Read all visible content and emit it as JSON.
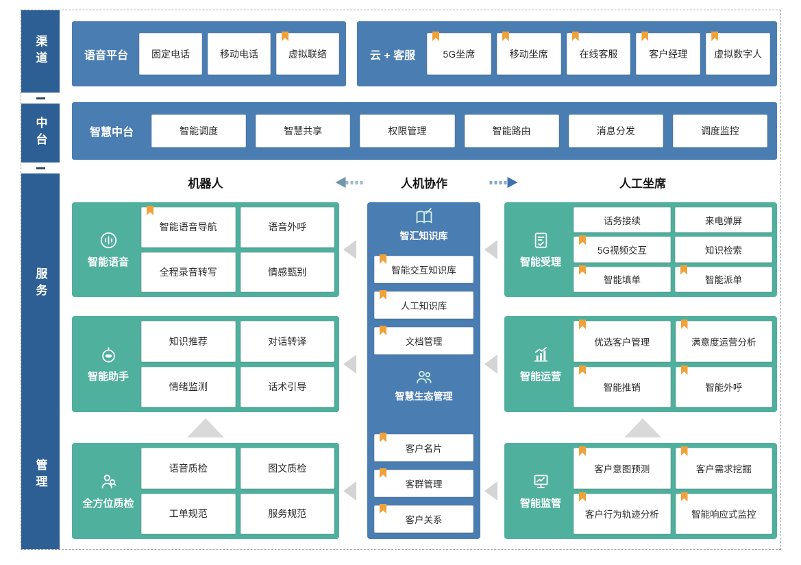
{
  "colors": {
    "sidebar_blue": "#2e5f94",
    "primary_blue": "#4a7db2",
    "teal": "#4fb09e",
    "bookmark_orange": "#efa23b",
    "flow_arrow_gray": "#d4d4d4",
    "arrow_left": "#7195ad",
    "arrow_right": "#3f70b2"
  },
  "sidebar": {
    "items": [
      {
        "label": "渠道"
      },
      {
        "label": "中台"
      },
      {
        "label": "服务"
      },
      {
        "label": "管理"
      }
    ]
  },
  "channels": {
    "voice_platform": {
      "label": "语音平台",
      "items": [
        {
          "text": "固定电话",
          "bookmark": false
        },
        {
          "text": "移动电话",
          "bookmark": false
        },
        {
          "text": "虚拟联络",
          "bookmark": true
        }
      ]
    },
    "cloud_service": {
      "label": "云 + 客服",
      "items": [
        {
          "text": "5G坐席",
          "bookmark": true
        },
        {
          "text": "移动坐席",
          "bookmark": true
        },
        {
          "text": "在线客服",
          "bookmark": true
        },
        {
          "text": "客户经理",
          "bookmark": true
        },
        {
          "text": "虚拟数字人",
          "bookmark": true
        }
      ]
    }
  },
  "middle_platform": {
    "label": "智慧中台",
    "items": [
      {
        "text": "智能调度"
      },
      {
        "text": "智慧共享"
      },
      {
        "text": "权限管理"
      },
      {
        "text": "智能路由"
      },
      {
        "text": "消息分发"
      },
      {
        "text": "调度监控"
      }
    ]
  },
  "collaboration_header": {
    "left": "机器人",
    "center": "人机协作",
    "right": "人工坐席"
  },
  "left_groups": [
    {
      "label": "智能语音",
      "icon": "voice-icon",
      "items": [
        {
          "text": "智能语音导航",
          "bookmark": true
        },
        {
          "text": "语音外呼",
          "bookmark": false
        },
        {
          "text": "全程录音转写",
          "bookmark": false
        },
        {
          "text": "情感甄别",
          "bookmark": false
        }
      ]
    },
    {
      "label": "智能助手",
      "icon": "robot-icon",
      "items": [
        {
          "text": "知识推荐",
          "bookmark": false
        },
        {
          "text": "对话转译",
          "bookmark": false
        },
        {
          "text": "情绪监测",
          "bookmark": false
        },
        {
          "text": "话术引导",
          "bookmark": false
        }
      ]
    },
    {
      "label": "全方位质检",
      "icon": "quality-inspector-icon",
      "items": [
        {
          "text": "语音质检",
          "bookmark": false
        },
        {
          "text": "图文质检",
          "bookmark": false
        },
        {
          "text": "工单规范",
          "bookmark": false
        },
        {
          "text": "服务规范",
          "bookmark": false
        }
      ]
    }
  ],
  "center_sections": [
    {
      "title": "智汇知识库",
      "icon": "knowledge-book-icon",
      "items": [
        {
          "text": "智能交互知识库",
          "bookmark": true
        },
        {
          "text": "人工知识库",
          "bookmark": true
        },
        {
          "text": "文档管理",
          "bookmark": true
        }
      ]
    },
    {
      "title": "智慧生态管理",
      "icon": "ecosystem-people-icon",
      "items": [
        {
          "text": "客户名片",
          "bookmark": true
        },
        {
          "text": "客群管理",
          "bookmark": true
        },
        {
          "text": "客户关系",
          "bookmark": true
        }
      ]
    }
  ],
  "right_groups": [
    {
      "label": "智能受理",
      "icon": "document-check-icon",
      "items": [
        {
          "text": "话务接续",
          "bookmark": false
        },
        {
          "text": "来电弹屏",
          "bookmark": false
        },
        {
          "text": "5G视频交互",
          "bookmark": true
        },
        {
          "text": "知识检索",
          "bookmark": false
        },
        {
          "text": "智能填单",
          "bookmark": true
        },
        {
          "text": "智能派单",
          "bookmark": true
        }
      ]
    },
    {
      "label": "智能运营",
      "icon": "chart-growth-icon",
      "items": [
        {
          "text": "优选客户管理",
          "bookmark": true
        },
        {
          "text": "满意度运营分析",
          "bookmark": true
        },
        {
          "text": "智能推销",
          "bookmark": true
        },
        {
          "text": "智能外呼",
          "bookmark": true
        }
      ]
    },
    {
      "label": "智能监管",
      "icon": "monitor-flag-icon",
      "items": [
        {
          "text": "客户意图预测",
          "bookmark": true
        },
        {
          "text": "客户需求挖掘",
          "bookmark": true
        },
        {
          "text": "客户行为轨迹分析",
          "bookmark": true
        },
        {
          "text": "智能响应式监控",
          "bookmark": true
        }
      ]
    }
  ]
}
